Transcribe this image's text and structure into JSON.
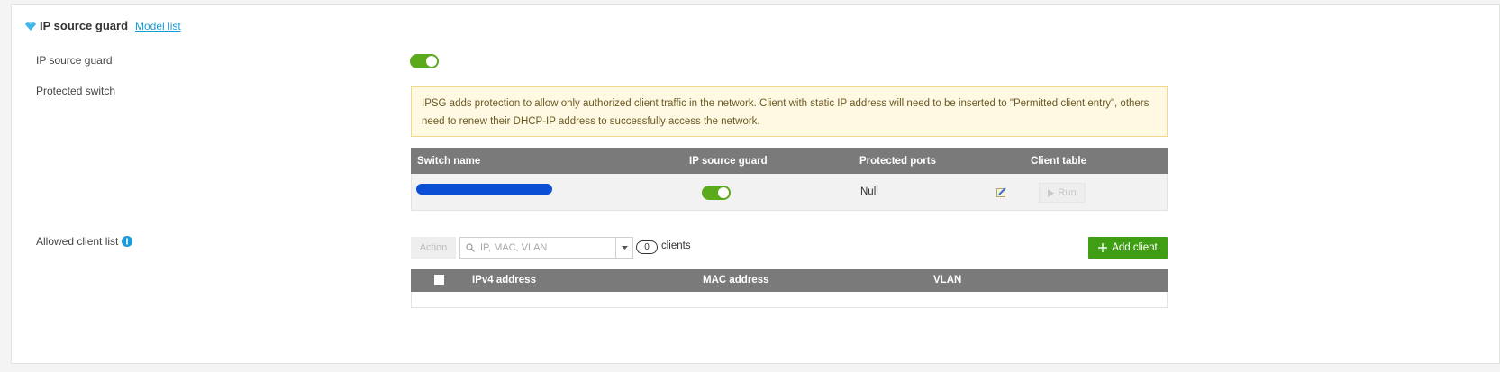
{
  "section": {
    "title": "IP source guard",
    "model_list_link": "Model list"
  },
  "settings": {
    "ip_source_guard_label": "IP source guard",
    "ip_source_guard_enabled": true,
    "protected_switch_label": "Protected switch",
    "allowed_client_list_label": "Allowed client list"
  },
  "notice": {
    "text": "IPSG adds protection to allow only authorized client traffic in the network. Client with static IP address will need to be inserted to \"Permitted client entry\", others need to renew their DHCP-IP address to successfully access the network."
  },
  "switch_table": {
    "columns": [
      "Switch name",
      "IP source guard",
      "Protected ports",
      "Client table"
    ],
    "rows": [
      {
        "switch_name": "",
        "ip_source_guard_enabled": true,
        "protected_ports": "Null",
        "run_label": "Run"
      }
    ]
  },
  "client_list": {
    "action_label": "Action",
    "search_placeholder": "IP, MAC, VLAN",
    "count": "0",
    "count_suffix": "clients",
    "add_client_label": "Add client",
    "columns": [
      "IPv4 address",
      "MAC address",
      "VLAN"
    ]
  },
  "colors": {
    "accent_green": "#5aaa1c",
    "add_button": "#3f9e14",
    "table_header": "#7a7a7a",
    "link": "#1a9ad6",
    "notice_bg": "#fff9e3"
  }
}
